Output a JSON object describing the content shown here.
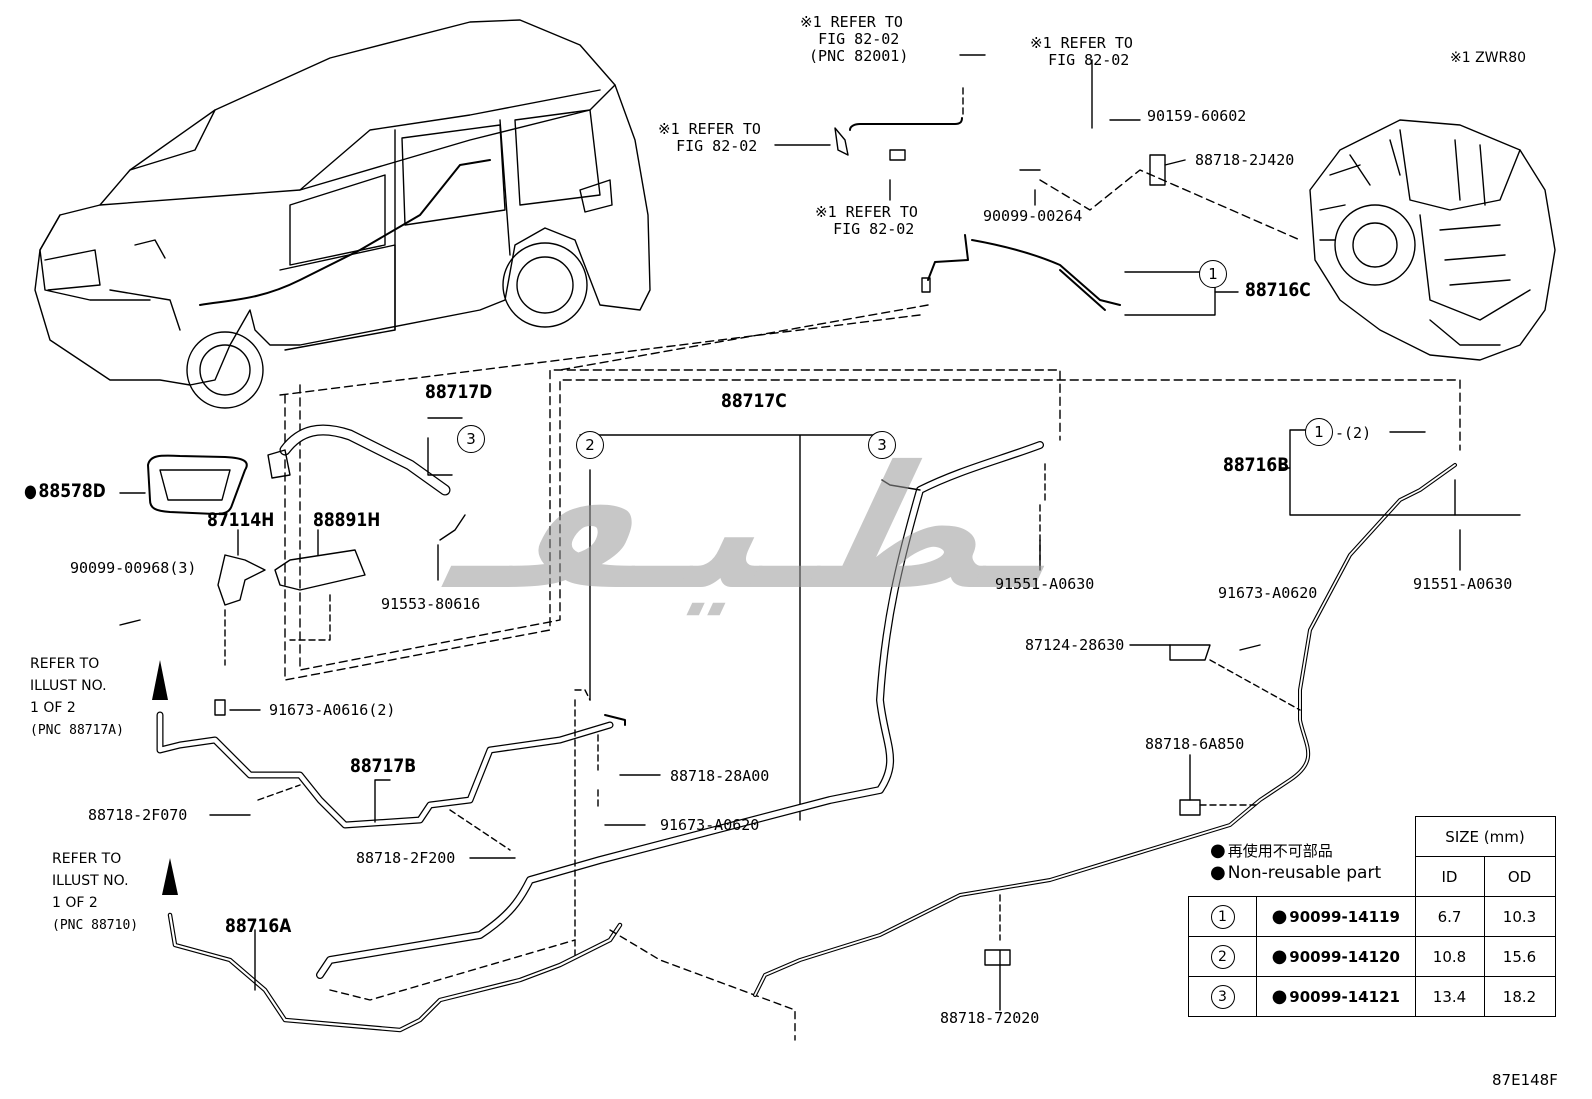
{
  "title_codes": {
    "figure_id": "87E148F",
    "model_note": "※1 ZWR80"
  },
  "refer_notes": [
    {
      "line1": "※1 REFER TO",
      "line2": "FIG 82-02",
      "line3": "(PNC 82001)"
    },
    {
      "line1": "※1 REFER TO",
      "line2": "FIG 82-02"
    },
    {
      "line1": "※1 REFER TO",
      "line2": "FIG 82-02"
    },
    {
      "line1": "※1 REFER TO",
      "line2": "FIG 82-02"
    }
  ],
  "illust_refs": [
    {
      "line1": "REFER TO",
      "line2": "ILLUST NO.",
      "line3": "1 OF 2",
      "line4": "(PNC 88717A)"
    },
    {
      "line1": "REFER TO",
      "line2": "ILLUST NO.",
      "line3": "1 OF 2",
      "line4": "(PNC 88710)"
    }
  ],
  "part_labels": {
    "p90159_60602": "90159-60602",
    "p88718_2J420": "88718-2J420",
    "p90099_00264": "90099-00264",
    "p88716C": "88716C",
    "p88717D": "88717D",
    "p88578D": "88578D",
    "p87114H": "87114H",
    "p88891H": "88891H",
    "p90099_00968": "90099-00968(3)",
    "p91553_80616": "91553-80616",
    "p88717C": "88717C",
    "p91551_A0630a": "91551-A0630",
    "p88716B": "88716B",
    "p88716B_sub": "-(2)",
    "p91551_A0630b": "91551-A0630",
    "p91673_A0620a": "91673-A0620",
    "p87124_28630": "87124-28630",
    "p91673_A0616": "91673-A0616(2)",
    "p88717B": "88717B",
    "p88718_28A00": "88718-28A00",
    "p91673_A0620b": "91673-A0620",
    "p88718_2F070": "88718-2F070",
    "p88718_2F200": "88718-2F200",
    "p88718_6A850": "88718-6A850",
    "p88716A": "88716A",
    "p88718_72020": "88718-72020"
  },
  "legend": {
    "jp_text": "再使用不可部品",
    "en_text": "Non-reusable part"
  },
  "size_table": {
    "header": "SIZE (mm)",
    "col_id": "ID",
    "col_od": "OD",
    "rows": [
      {
        "mark": "1",
        "part": "90099-14119",
        "id": "6.7",
        "od": "10.3"
      },
      {
        "mark": "2",
        "part": "90099-14120",
        "id": "10.8",
        "od": "15.6"
      },
      {
        "mark": "3",
        "part": "90099-14121",
        "id": "13.4",
        "od": "18.2"
      }
    ]
  },
  "callout_marks": {
    "c1": "1",
    "c2": "2",
    "c3": "3"
  }
}
